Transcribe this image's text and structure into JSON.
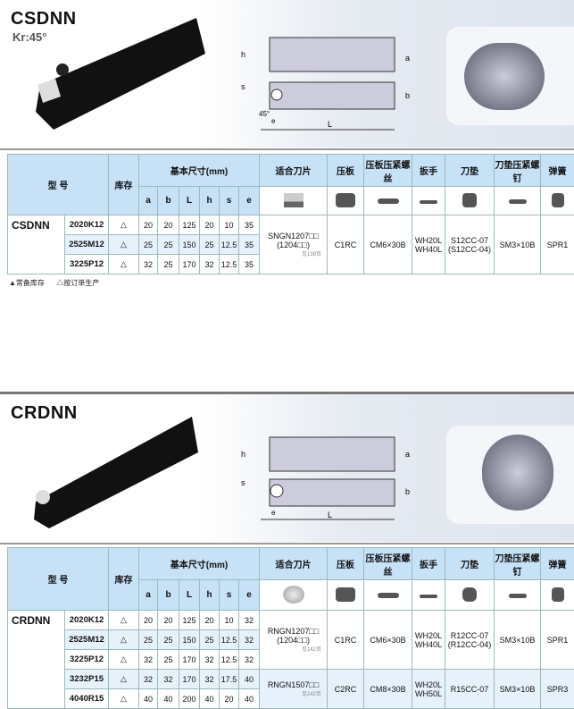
{
  "legend": {
    "stock": "▲常备库存",
    "order": "△按订单生产"
  },
  "headers": {
    "model": "型 号",
    "stock": "库存",
    "dims": "基本尺寸(mm)",
    "insert": "适合刀片",
    "clamp": "压板",
    "clamp_screw": "压板压紧螺丝",
    "wrench": "扳手",
    "shim": "刀垫",
    "shim_screw": "刀垫压紧螺钉",
    "spring": "弹簧",
    "dim_cols": [
      "a",
      "b",
      "L",
      "h",
      "s",
      "e"
    ]
  },
  "diagram_labels": [
    "h",
    "a",
    "s",
    "b",
    "e",
    "L"
  ],
  "csdnn": {
    "title": "CSDNN",
    "angle": "Kr:45°",
    "angle_label": "45°",
    "rows": [
      {
        "code": "2020K12",
        "stock": "△",
        "dims": [
          "20",
          "20",
          "125",
          "20",
          "10",
          "35"
        ]
      },
      {
        "code": "2525M12",
        "stock": "△",
        "dims": [
          "25",
          "25",
          "150",
          "25",
          "12.5",
          "35"
        ]
      },
      {
        "code": "3225P12",
        "stock": "△",
        "dims": [
          "32",
          "25",
          "170",
          "32",
          "12.5",
          "35"
        ]
      }
    ],
    "groups": [
      {
        "insert": "SNGN1207□□",
        "insert2": "(1204□□)",
        "page": "见139页",
        "clamp": "C1RC",
        "screw": "CM6×30B",
        "wrench": "WH20L",
        "wrench2": "WH40L",
        "shim": "S12CC-07",
        "shim2": "(S12CC-04)",
        "shim_screw": "SM3×10B",
        "spring": "SPR1"
      }
    ]
  },
  "crdnn": {
    "title": "CRDNN",
    "rows": [
      {
        "code": "2020K12",
        "stock": "△",
        "dims": [
          "20",
          "20",
          "125",
          "20",
          "10",
          "32"
        ]
      },
      {
        "code": "2525M12",
        "stock": "△",
        "dims": [
          "25",
          "25",
          "150",
          "25",
          "12.5",
          "32"
        ]
      },
      {
        "code": "3225P12",
        "stock": "△",
        "dims": [
          "32",
          "25",
          "170",
          "32",
          "12.5",
          "32"
        ]
      },
      {
        "code": "3232P15",
        "stock": "△",
        "dims": [
          "32",
          "32",
          "170",
          "32",
          "17.5",
          "40"
        ]
      },
      {
        "code": "4040R15",
        "stock": "△",
        "dims": [
          "40",
          "40",
          "200",
          "40",
          "20",
          "40"
        ]
      }
    ],
    "groups": [
      {
        "insert": "RNGN1207□□",
        "insert2": "(1204□□)",
        "page": "见142页",
        "clamp": "C1RC",
        "screw": "CM6×30B",
        "wrench": "WH20L",
        "wrench2": "WH40L",
        "shim": "R12CC-07",
        "shim2": "(R12CC-04)",
        "shim_screw": "SM3×10B",
        "spring": "SPR1"
      },
      {
        "insert": "RNGN1507□□",
        "insert2": "",
        "page": "见142页",
        "clamp": "C2RC",
        "screw": "CM8×30B",
        "wrench": "WH20L",
        "wrench2": "WH50L",
        "shim": "R15CC-07",
        "shim2": "",
        "shim_screw": "SM3×10B",
        "spring": "SPR3"
      }
    ]
  }
}
